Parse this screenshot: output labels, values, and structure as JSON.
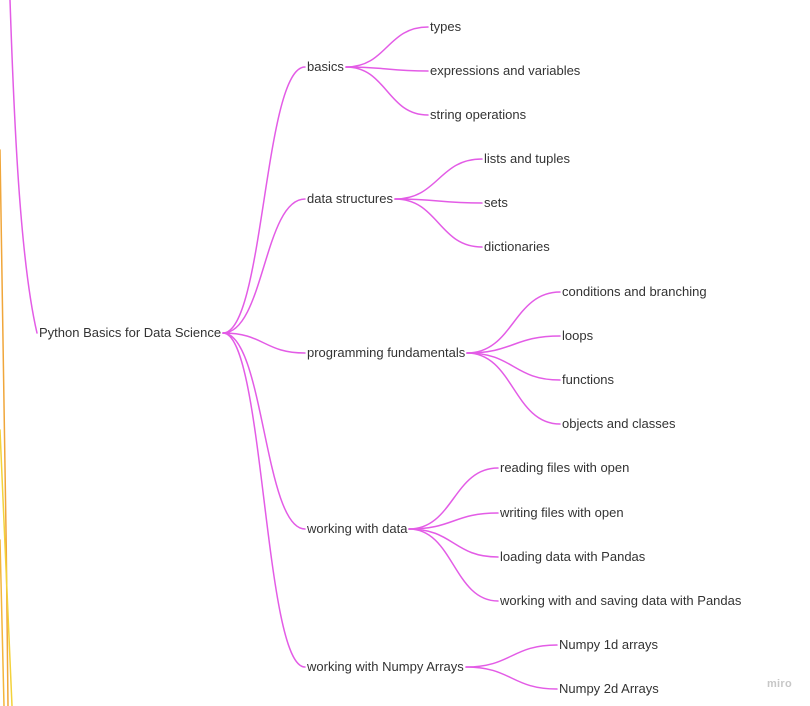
{
  "colors": {
    "branch": "#e35ce6",
    "text": "#333333",
    "left_stroke_1": "#e35ce6",
    "left_stroke_2": "#f0a63a",
    "left_stroke_3": "#f3d23a",
    "left_stroke_4": "#f4b53a"
  },
  "mindmap": {
    "root": {
      "label": "Python Basics for Data Science"
    },
    "branches": [
      {
        "label": "basics",
        "children": [
          "types",
          "expressions and variables",
          "string operations"
        ]
      },
      {
        "label": "data structures",
        "children": [
          "lists and tuples",
          "sets",
          "dictionaries"
        ]
      },
      {
        "label": "programming fundamentals",
        "children": [
          "conditions and branching",
          "loops",
          "functions",
          "objects and classes"
        ]
      },
      {
        "label": "working with data",
        "children": [
          "reading files with open",
          "writing files with open",
          "loading data with Pandas",
          "working with and saving data with Pandas"
        ]
      },
      {
        "label": "working with Numpy Arrays",
        "children": [
          "Numpy 1d arrays",
          "Numpy 2d Arrays"
        ]
      }
    ]
  },
  "watermark": {
    "label": "miro"
  }
}
